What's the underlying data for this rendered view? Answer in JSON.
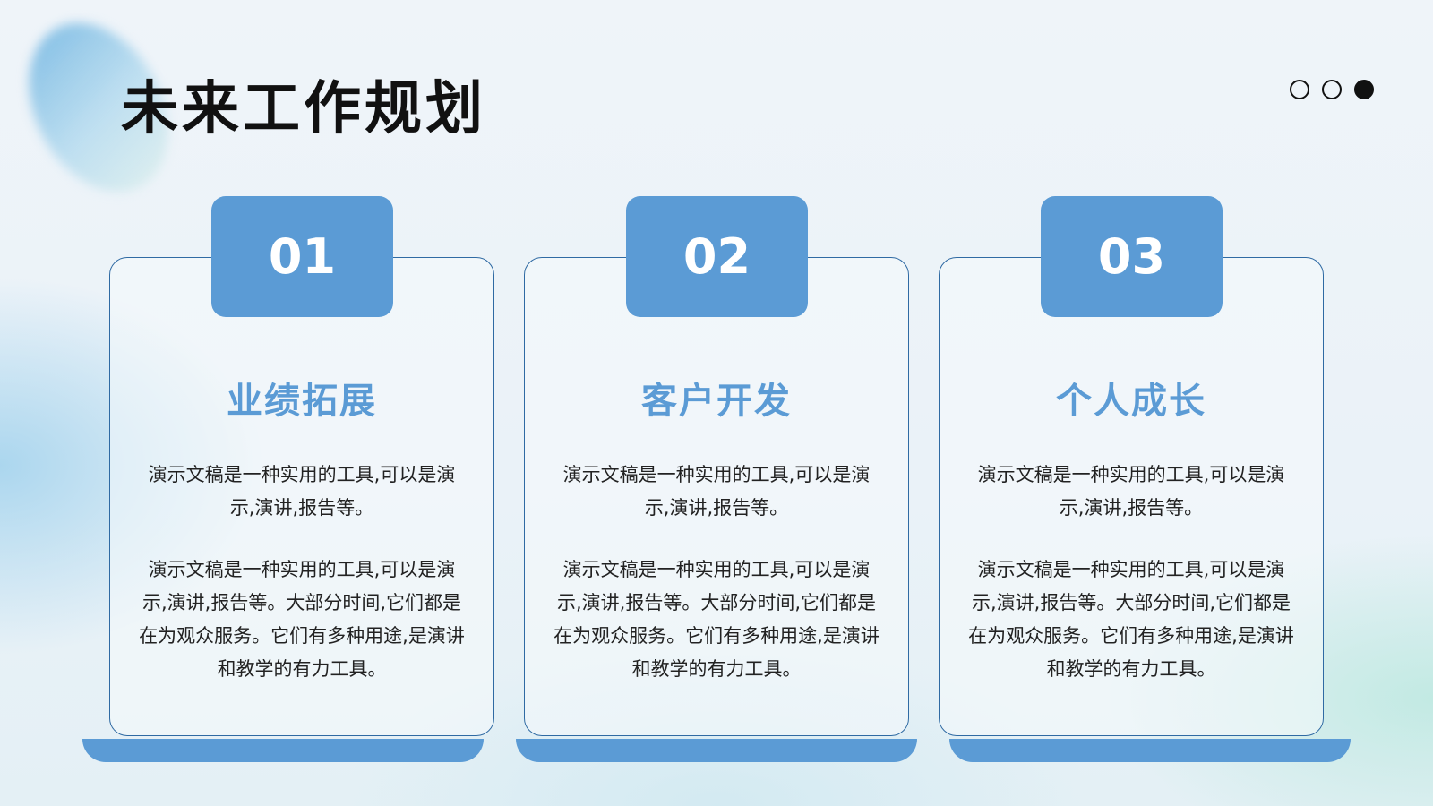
{
  "title": "未来工作规划",
  "colors": {
    "accent": "#5b9bd5",
    "border": "#2f6aa3",
    "text": "#222222"
  },
  "pager": {
    "total": 3,
    "active": 3
  },
  "cards": [
    {
      "number": "01",
      "title": "业绩拓展",
      "p1": "演示文稿是一种实用的工具,可以是演示,演讲,报告等。",
      "p2": "演示文稿是一种实用的工具,可以是演示,演讲,报告等。大部分时间,它们都是在为观众服务。它们有多种用途,是演讲和教学的有力工具。"
    },
    {
      "number": "02",
      "title": "客户开发",
      "p1": "演示文稿是一种实用的工具,可以是演示,演讲,报告等。",
      "p2": "演示文稿是一种实用的工具,可以是演示,演讲,报告等。大部分时间,它们都是在为观众服务。它们有多种用途,是演讲和教学的有力工具。"
    },
    {
      "number": "03",
      "title": "个人成长",
      "p1": "演示文稿是一种实用的工具,可以是演示,演讲,报告等。",
      "p2": "演示文稿是一种实用的工具,可以是演示,演讲,报告等。大部分时间,它们都是在为观众服务。它们有多种用途,是演讲和教学的有力工具。"
    }
  ]
}
